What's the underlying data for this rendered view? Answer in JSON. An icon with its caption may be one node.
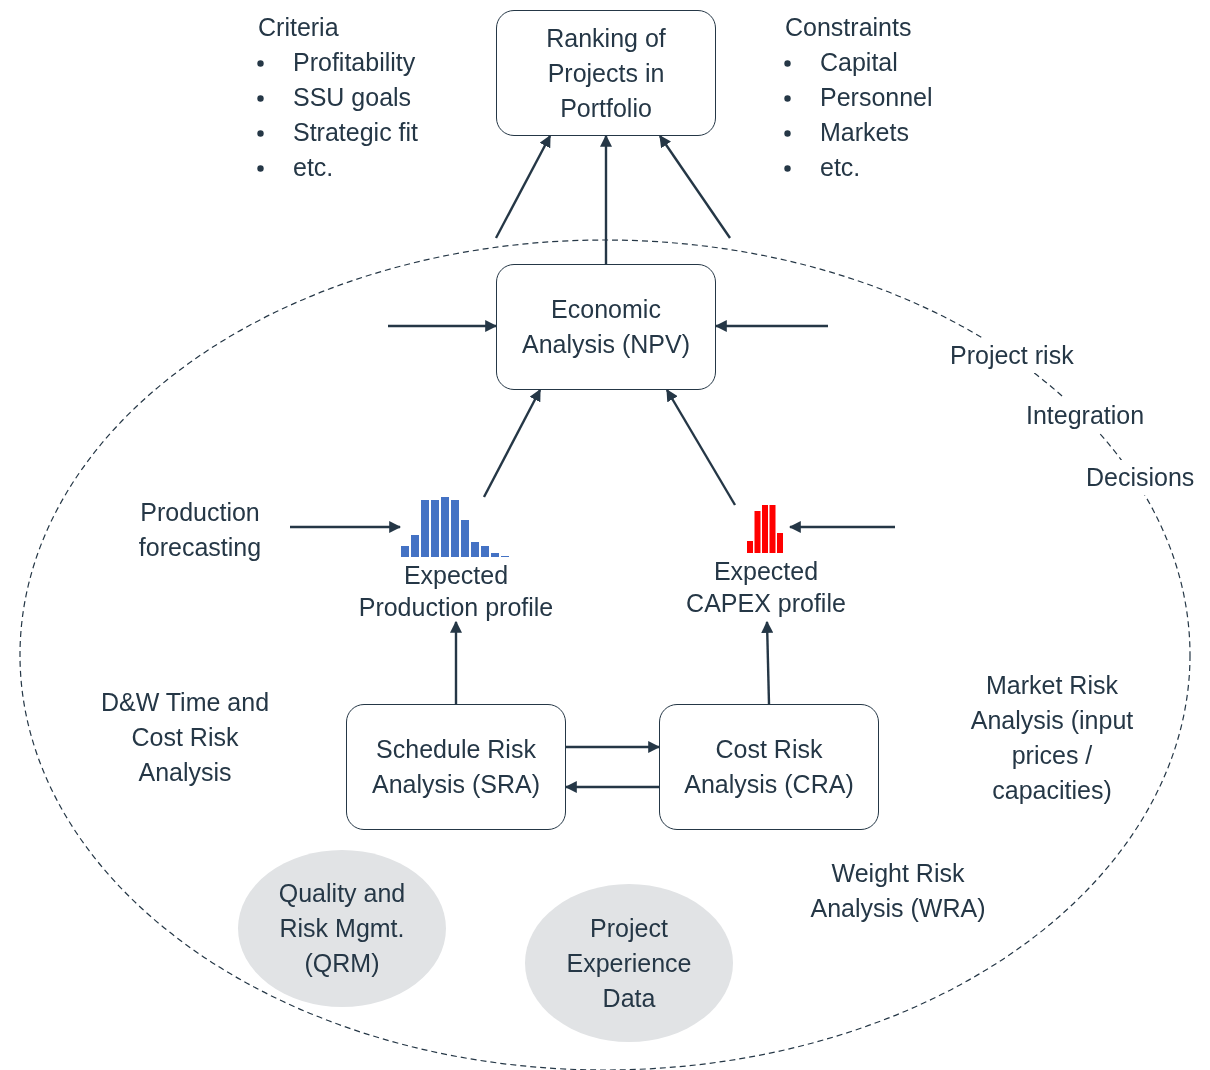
{
  "diagram": {
    "nodes": [
      {
        "text": [
          "Ranking of Projects in Portfolio"
        ]
      },
      {
        "text": [
          "Project risk",
          "Integration",
          "Decisions"
        ]
      },
      {
        "text": [
          "Economic Analysis (NPV)"
        ],
        "in": 1
      },
      {
        "text": [
          "Production forecasting"
        ],
        "in": 1
      },
      {
        "text": [
          "Expected Production profile"
        ],
        "in": 1
      },
      {
        "text": [
          "Expected CAPEX profile"
        ],
        "in": 1
      },
      {
        "text": [
          "Schedule Risk Analysis (SRA)"
        ],
        "in": 1
      },
      {
        "text": [
          "Cost Risk Analysis (CRA)"
        ],
        "in": 1
      },
      {
        "text": [
          "Quality and Risk Mgmt. (QRM)"
        ],
        "in": 1
      },
      {
        "text": [
          "Project Experience Data"
        ],
        "in": 1
      }
    ],
    "edges": [
      {
        "from": 2,
        "to": 0,
        "arrow": "to"
      },
      {
        "from": 1,
        "to": 0,
        "arrow": "to"
      },
      {
        "from": 1,
        "to": 0,
        "arrow": "to"
      },
      {
        "from": null,
        "to": 2,
        "arrow": "to"
      },
      {
        "from": null,
        "to": 2,
        "arrow": "to"
      },
      {
        "from": 4,
        "to": 2,
        "arrow": "to"
      },
      {
        "from": 5,
        "to": 2,
        "arrow": "to"
      },
      {
        "from": 3,
        "to": 4,
        "arrow": "to"
      },
      {
        "from": null,
        "to": 5,
        "arrow": "to"
      },
      {
        "from": 6,
        "to": 4,
        "arrow": "to"
      },
      {
        "from": 7,
        "to": 5,
        "arrow": "to"
      },
      {
        "from": 6,
        "to": 7,
        "arrow": "to"
      },
      {
        "from": 7,
        "to": 6,
        "arrow": "to"
      }
    ],
    "labels": [
      "Criteria",
      "Profitability",
      "SSU goals",
      "Strategic fit",
      "etc.",
      "Constraints",
      "Capital",
      "Personnel",
      "Markets",
      "etc.",
      "D&W Time and Cost Risk Analysis",
      "Market Risk Analysis (input prices / capacities)",
      "Weight Risk Analysis (WRA)"
    ]
  }
}
